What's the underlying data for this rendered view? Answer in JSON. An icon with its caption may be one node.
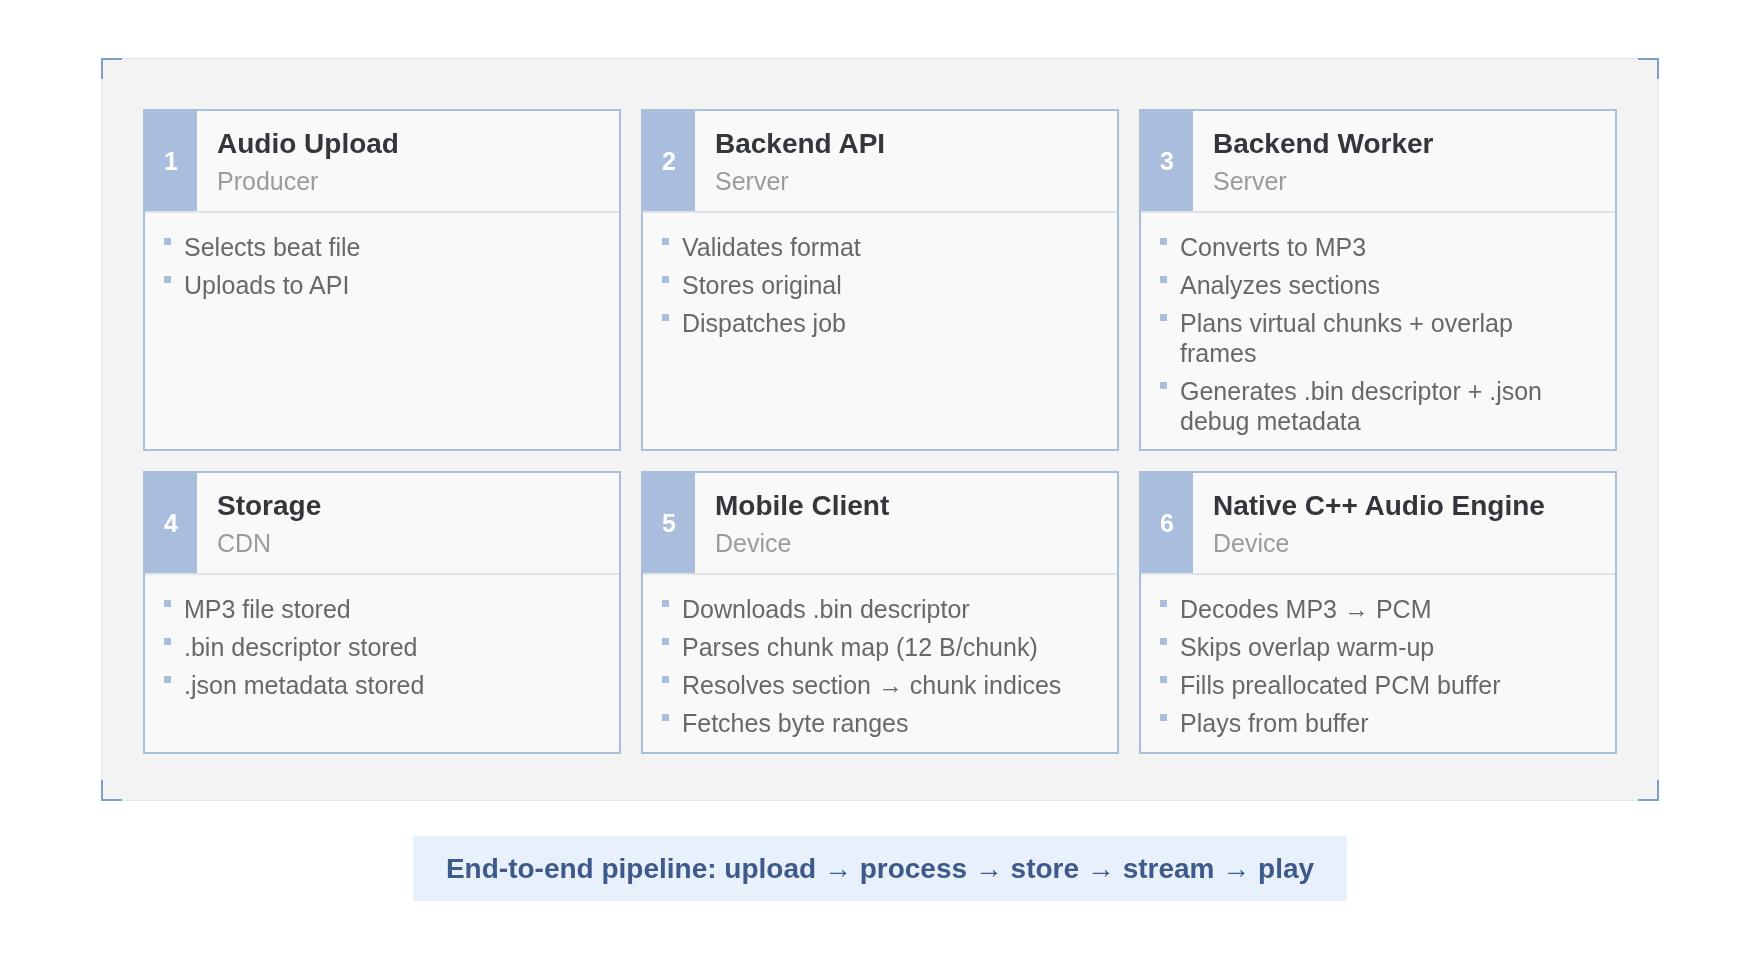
{
  "diagram": {
    "caption": "End-to-end pipeline: upload → process → store → stream → play",
    "nodes": [
      {
        "text": [],
        "shape": "box"
      },
      {
        "text": [
          "1",
          "Audio Upload",
          "Producer",
          "Selects beat file",
          "Uploads to API"
        ],
        "in": 0
      },
      {
        "text": [
          "2",
          "Backend API",
          "Server",
          "Validates format",
          "Stores original",
          "Dispatches job"
        ],
        "in": 0
      },
      {
        "text": [
          "3",
          "Backend Worker",
          "Server",
          "Converts to MP3",
          "Analyzes sections",
          "Plans virtual chunks + overlap frames",
          "Generates .bin descriptor + .json debug metadata"
        ],
        "in": 0
      },
      {
        "text": [
          "4",
          "Storage",
          "CDN",
          "MP3 file stored",
          ".bin descriptor stored",
          ".json metadata stored"
        ],
        "in": 0
      },
      {
        "text": [
          "5",
          "Mobile Client",
          "Device",
          "Downloads .bin descriptor",
          "Parses chunk map (12 B/chunk)",
          "Resolves section → chunk indices",
          "Fetches byte ranges"
        ],
        "in": 0
      },
      {
        "text": [
          "6",
          "Native C++ Audio Engine",
          "Device",
          "Decodes MP3 → PCM",
          "Skips overlap warm-up",
          "Fills preallocated PCM buffer",
          "Plays from buffer"
        ],
        "in": 0
      }
    ]
  }
}
